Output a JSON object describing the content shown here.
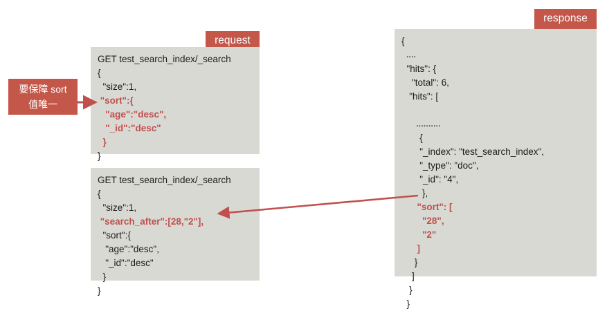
{
  "labels": {
    "request": "request",
    "response": "response"
  },
  "annotation": {
    "line1": "要保障 sort",
    "line2": "值唯一"
  },
  "colors": {
    "tag_background": "#c35749",
    "highlight_text": "#c0504d",
    "panel_background": "#d9d9d4",
    "body_text": "#1b1b1b",
    "arrow": "#c0504d",
    "page_background": "#ffffff"
  },
  "request_1": {
    "lines": [
      {
        "text": "GET test_search_index/_search",
        "style": "head"
      },
      {
        "text": "{",
        "style": "plain"
      },
      {
        "text": "  \"size\":1,",
        "style": "plain"
      },
      {
        "text": " \"sort\":{",
        "style": "hi"
      },
      {
        "text": "   \"age\":\"desc\",",
        "style": "hi"
      },
      {
        "text": "   \"_id\":\"desc\"",
        "style": "hi"
      },
      {
        "text": "  }",
        "style": "hi"
      },
      {
        "text": "}",
        "style": "plain"
      }
    ]
  },
  "request_2": {
    "lines": [
      {
        "text": "GET test_search_index/_search",
        "style": "head"
      },
      {
        "text": "{",
        "style": "plain"
      },
      {
        "text": "  \"size\":1,",
        "style": "plain"
      },
      {
        "text": " \"search_after\":[28,\"2\"],",
        "style": "hi"
      },
      {
        "text": "  \"sort\":{",
        "style": "plain"
      },
      {
        "text": "   \"age\":\"desc\",",
        "style": "plain"
      },
      {
        "text": "   \"_id\":\"desc\"",
        "style": "plain"
      },
      {
        "text": "  }",
        "style": "plain"
      },
      {
        "text": "}",
        "style": "plain"
      }
    ]
  },
  "response": {
    "lines": [
      {
        "text": "{",
        "style": "plain"
      },
      {
        "text": "  ....",
        "style": "ellipsis"
      },
      {
        "text": "  \"hits\": {",
        "style": "plain"
      },
      {
        "text": "    \"total\": 6,",
        "style": "plain"
      },
      {
        "text": "   \"hits\": [",
        "style": "plain"
      },
      {
        "text": "",
        "style": "plain"
      },
      {
        "text": "      ..........",
        "style": "ellipsis"
      },
      {
        "text": "       {",
        "style": "plain"
      },
      {
        "text": "       \"_index\": \"test_search_index\",",
        "style": "plain"
      },
      {
        "text": "       \"_type\": \"doc\",",
        "style": "plain"
      },
      {
        "text": "       \"_id\": \"4\",",
        "style": "plain"
      },
      {
        "text": "        },",
        "style": "plain"
      },
      {
        "text": "      \"sort\": [",
        "style": "hi"
      },
      {
        "text": "        \"28\",",
        "style": "hi"
      },
      {
        "text": "        \"2\"",
        "style": "hi"
      },
      {
        "text": "      ]",
        "style": "hi"
      },
      {
        "text": "     }",
        "style": "plain"
      },
      {
        "text": "    ]",
        "style": "plain"
      },
      {
        "text": "   }",
        "style": "plain"
      },
      {
        "text": "  }",
        "style": "plain"
      }
    ]
  }
}
